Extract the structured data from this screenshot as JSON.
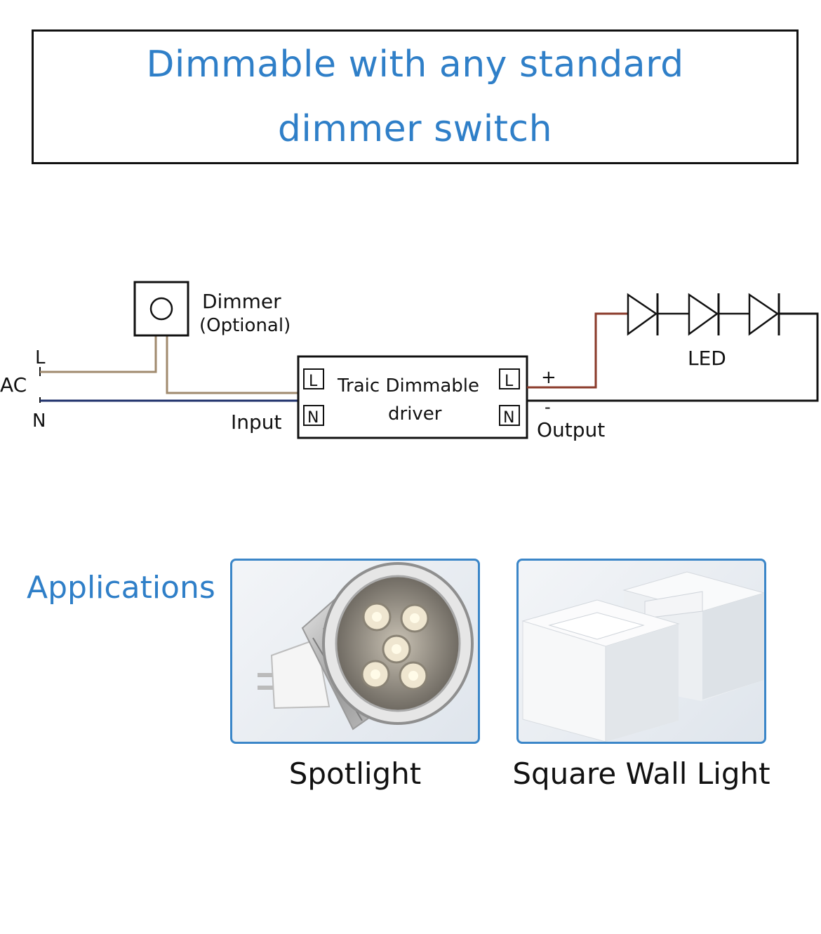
{
  "header": {
    "line1": "Dimmable with any standard",
    "line2": "dimmer switch"
  },
  "wiring": {
    "dimmer_label": "Dimmer",
    "dimmer_note": "(Optional)",
    "ac_label": "AC",
    "live_label": "L",
    "neutral_label": "N",
    "input_label": "Input",
    "driver_line1": "Traic Dimmable",
    "driver_line2": "driver",
    "terminal_l": "L",
    "terminal_n": "N",
    "plus_label": "+",
    "minus_label": "-",
    "output_label": "Output",
    "led_label": "LED"
  },
  "colors": {
    "title_blue": "#2f7fc8",
    "live_wire": "#a08a6e",
    "neutral_wire": "#1c2f6a",
    "led_positive_wire": "#8a3a2a",
    "card_border": "#3b86c8"
  },
  "applications": {
    "title": "Applications",
    "items": [
      {
        "label": "Spotlight",
        "icon": "spotlight-bulb-icon"
      },
      {
        "label": "Square Wall Light",
        "icon": "square-wall-light-icon"
      }
    ]
  }
}
